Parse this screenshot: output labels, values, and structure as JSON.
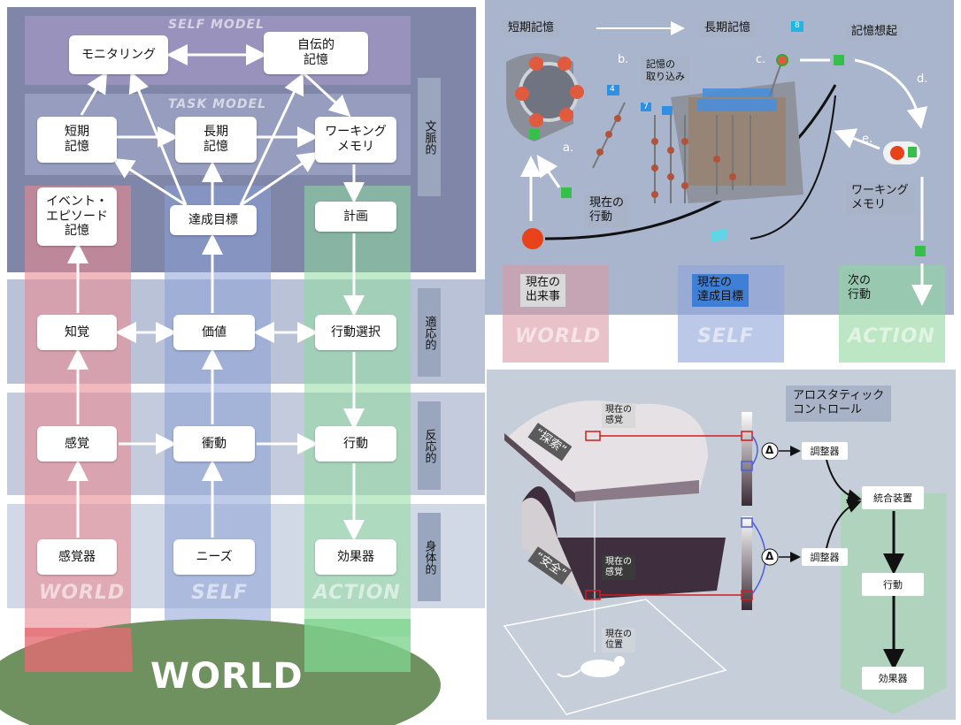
{
  "colors": {
    "world": "#e0707a",
    "self": "#7e96cf",
    "action": "#7ccf8e",
    "band": "#8f9ab5",
    "panel": "#a9b5cc"
  },
  "left": {
    "band_titles": {
      "self_model": "SELF MODEL",
      "task_model": "TASK MODEL"
    },
    "levels": {
      "contextual": "文脈的",
      "adaptive": "適応的",
      "reactive": "反応的",
      "somatic": "身体的"
    },
    "nodes": {
      "monitoring": "モニタリング",
      "autobio": "自伝的\n記憶",
      "stm": "短期\n記憶",
      "ltm": "長期\n記憶",
      "working": "ワーキング\nメモリ",
      "episodic": "イベント・\nエピソード\n記憶",
      "goal": "達成目標",
      "plan": "計画",
      "perception": "知覚",
      "value": "価値",
      "action_select": "行動選択",
      "sensation": "感覚",
      "drive": "衝動",
      "action": "行動",
      "sensor": "感覚器",
      "needs": "ニーズ",
      "effector": "効果器"
    },
    "columns": {
      "world": "WORLD",
      "self": "SELF",
      "action": "ACTION"
    },
    "world_big": "WORLD"
  },
  "top_right": {
    "stm": "短期記憶",
    "ltm": "長期記憶",
    "recall": "記憶想起",
    "memory_intake": "記憶の\n取り込み",
    "current_action": "現在の\n行動",
    "working": "ワーキング\nメモリ",
    "current_event": "現在の\n出来事",
    "current_goal": "現在の\n達成目標",
    "next_action": "次の\n行動",
    "letters": {
      "a": "a.",
      "b": "b.",
      "c": "c.",
      "d": "d.",
      "e": "e."
    },
    "columns": {
      "world": "WORLD",
      "self": "SELF",
      "action": "ACTION"
    },
    "flag_numbers": [
      "4",
      "7",
      "8"
    ]
  },
  "bottom_right": {
    "title": "アロスタティック\nコントロール",
    "explore": "“探索”",
    "safety": "“安全”",
    "current_sense_1": "現在の\n感覚",
    "current_sense_2": "現在の\n感覚",
    "current_pos": "現在の\n位置",
    "delta": "Δ",
    "regulator_1": "調整器",
    "regulator_2": "調整器",
    "integrator": "統合装置",
    "action": "行動",
    "effector": "効果器"
  }
}
